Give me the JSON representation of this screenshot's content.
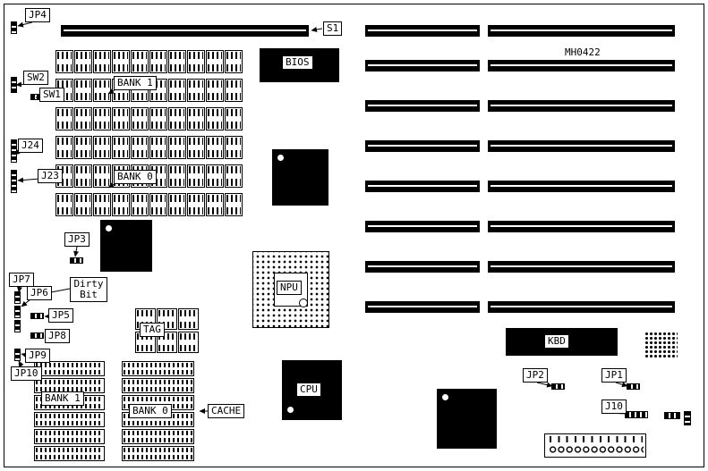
{
  "labels": {
    "jp4": "JP4",
    "s1": "S1",
    "mh0422": "MH0422",
    "bios": "BIOS",
    "sw2": "SW2",
    "sw1": "SW1",
    "bank1_dram": "BANK 1",
    "j24": "J24",
    "j23": "J23",
    "bank0_dram": "BANK 0",
    "jp3": "JP3",
    "dirty_bit": "Dirty Bit",
    "jp7": "JP7",
    "jp6": "JP6",
    "jp5": "JP5",
    "jp8": "JP8",
    "jp9": "JP9",
    "jp10": "JP10",
    "tag": "TAG",
    "npu": "NPU",
    "cpu": "CPU",
    "bank1_cache": "BANK 1",
    "bank0_cache": "BANK 0",
    "cache": "CACHE",
    "kbd": "KBD",
    "jp2": "JP2",
    "jp1": "JP1",
    "j10": "J10"
  }
}
